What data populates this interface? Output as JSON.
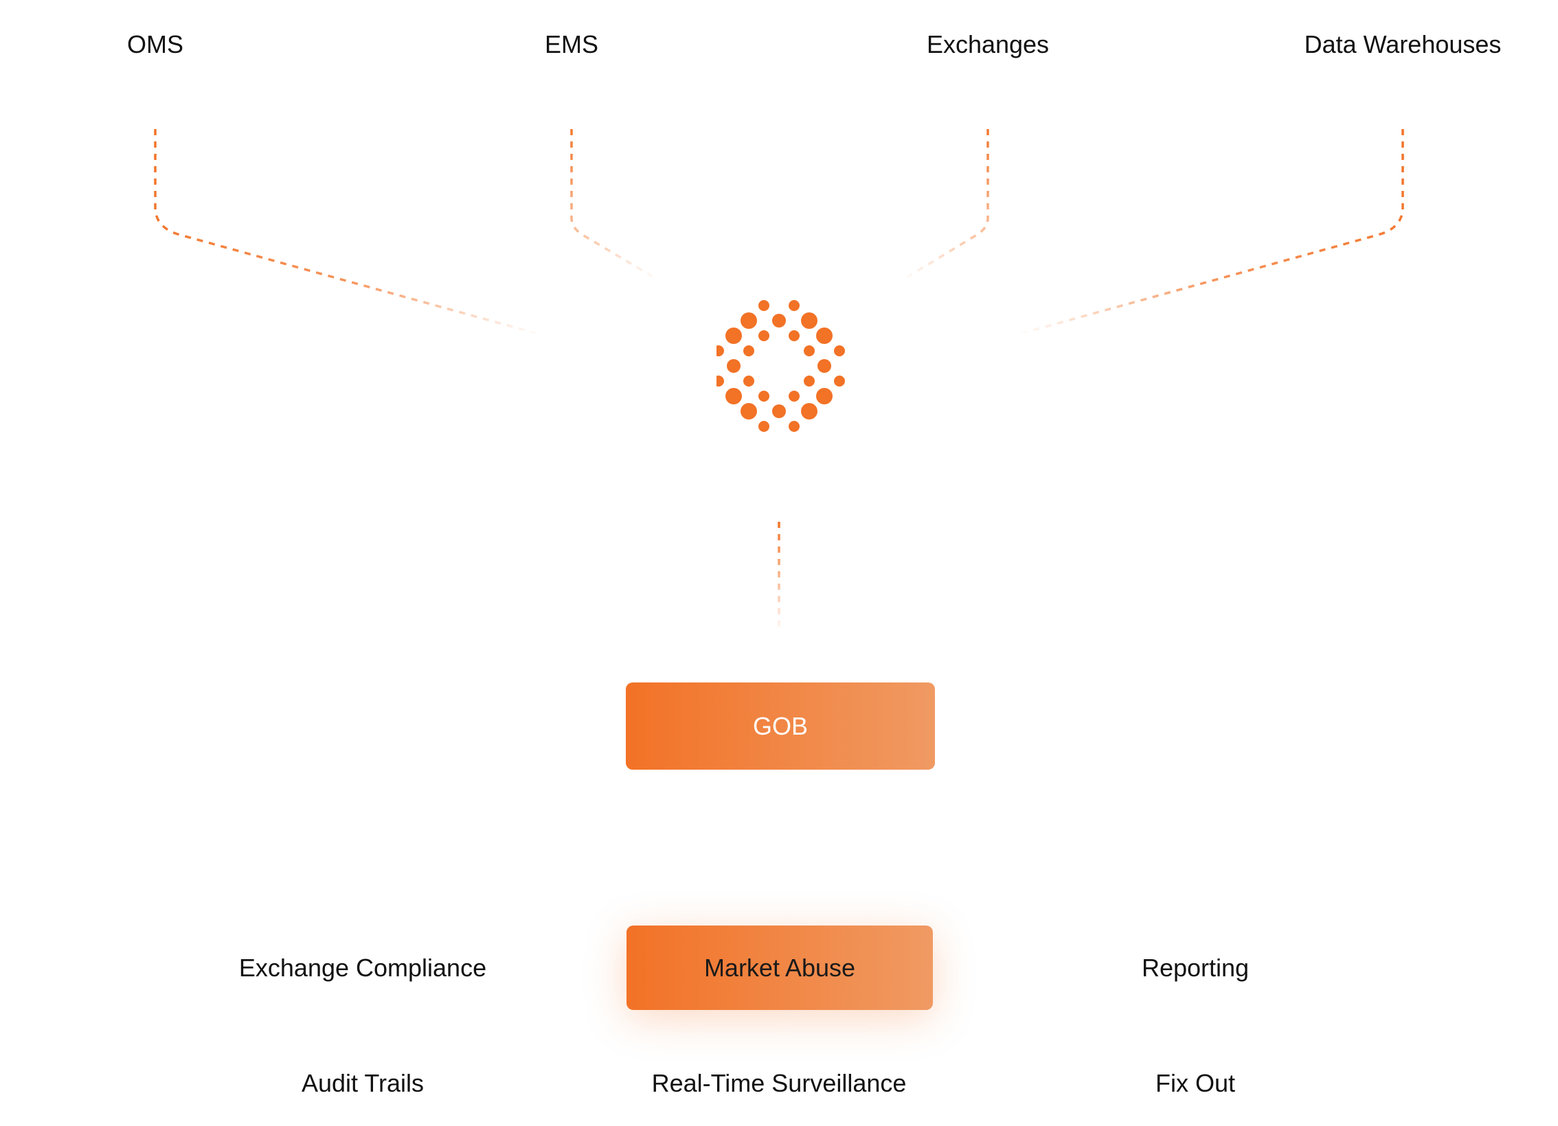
{
  "sources": [
    "OMS",
    "EMS",
    "Exchanges",
    "Data Warehouses"
  ],
  "hub": {
    "logo": "dotted-ring-logo",
    "box_label": "GOB"
  },
  "outputs": {
    "row1": [
      "Exchange Compliance",
      "Market Abuse",
      "Reporting"
    ],
    "row2": [
      "Audit Trails",
      "Real-Time Surveillance",
      "Fix Out"
    ],
    "highlighted": "Market Abuse"
  },
  "colors": {
    "accent": "#F27226",
    "accent_light": "#F09A63",
    "text": "#111111",
    "background": "#FFFFFF"
  }
}
